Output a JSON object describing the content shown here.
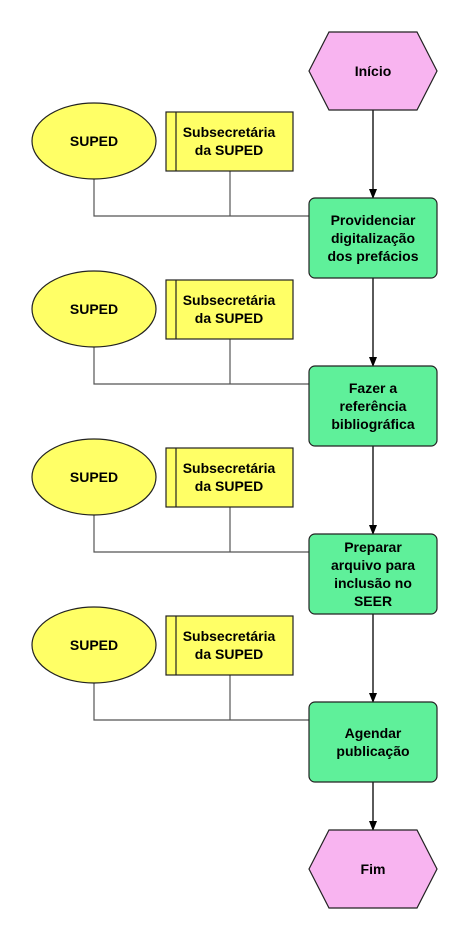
{
  "diagram": {
    "start": {
      "label": "Início"
    },
    "end": {
      "label": "Fim"
    },
    "steps": [
      {
        "lines": [
          "Providenciar",
          "digitalização",
          "dos prefácios"
        ],
        "unit": "SUPED",
        "role": [
          "Subsecretária",
          "da SUPED"
        ]
      },
      {
        "lines": [
          "Fazer a",
          "referência",
          "bibliográfica"
        ],
        "unit": "SUPED",
        "role": [
          "Subsecretária",
          "da SUPED"
        ]
      },
      {
        "lines": [
          "Preparar",
          "arquivo para",
          "inclusão no",
          "SEER"
        ],
        "unit": "SUPED",
        "role": [
          "Subsecretária",
          "da SUPED"
        ]
      },
      {
        "lines": [
          "Agendar",
          "publicação"
        ],
        "unit": "SUPED",
        "role": [
          "Subsecretária",
          "da SUPED"
        ]
      }
    ]
  },
  "colors": {
    "terminal": "#f8b4f0",
    "task": "#5ff09a",
    "unit": "#ffff66",
    "role": "#ffff66",
    "outline": "#222222"
  }
}
